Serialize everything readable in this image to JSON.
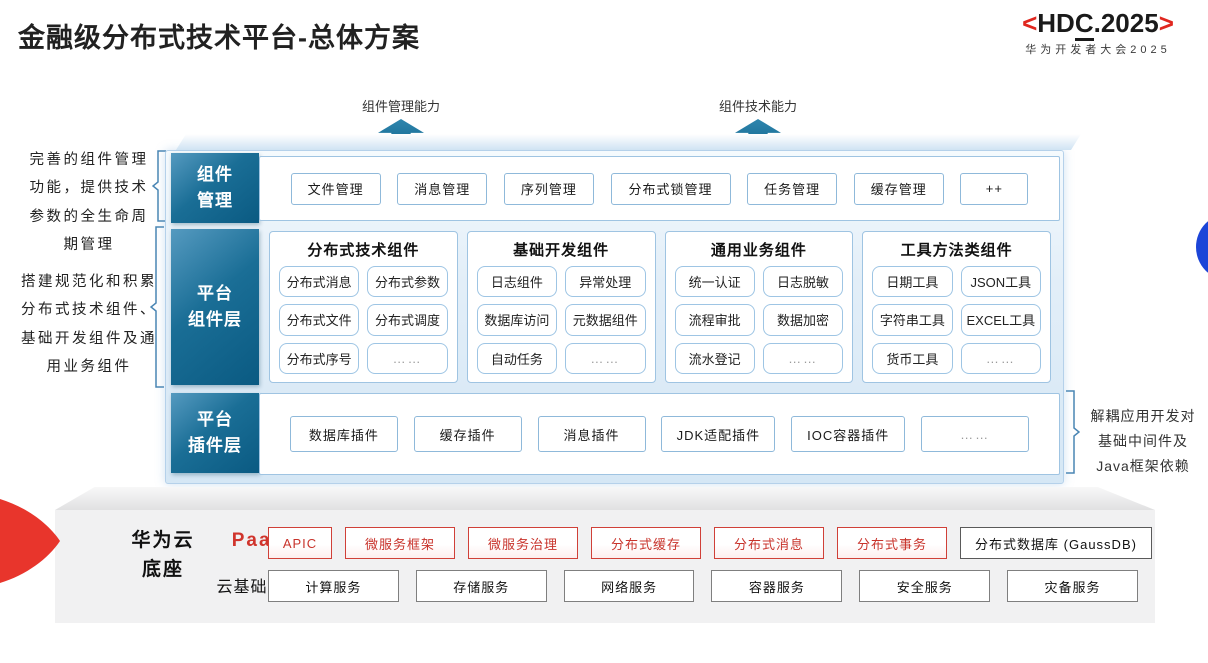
{
  "title": "金融级分布式技术平台-总体方案",
  "logo": {
    "left_bracket": "<",
    "pre": "HD",
    "underlined": "C",
    "post": ".2025",
    "right_bracket": ">",
    "subtitle": "华为开发者大会2025"
  },
  "capabilities": [
    {
      "label": "组件管理能力"
    },
    {
      "label": "组件技术能力"
    }
  ],
  "side_notes": {
    "left_top": "完善的组件管理功能，提供技术参数的全生命周期管理",
    "left_bottom": "搭建规范化和积累分布式技术组件、基础开发组件及通用业务组件",
    "right": "解耦应用开发对基础中间件及Java框架依赖"
  },
  "rows": {
    "component_mgmt": {
      "label_lines": [
        "组件",
        "管理"
      ],
      "items": [
        "文件管理",
        "消息管理",
        "序列管理",
        "分布式锁管理",
        "任务管理",
        "缓存管理",
        "++"
      ]
    },
    "platform_components": {
      "label_lines": [
        "平台",
        "组件层"
      ],
      "columns": [
        {
          "header": "分布式技术组件",
          "items": [
            "分布式消息",
            "分布式参数",
            "分布式文件",
            "分布式调度",
            "分布式序号",
            "……"
          ]
        },
        {
          "header": "基础开发组件",
          "items": [
            "日志组件",
            "异常处理",
            "数据库访问",
            "元数据组件",
            "自动任务",
            "……"
          ]
        },
        {
          "header": "通用业务组件",
          "items": [
            "统一认证",
            "日志脱敏",
            "流程审批",
            "数据加密",
            "流水登记",
            "……"
          ]
        },
        {
          "header": "工具方法类组件",
          "items": [
            "日期工具",
            "JSON工具",
            "字符串工具",
            "EXCEL工具",
            "货币工具",
            "……"
          ]
        }
      ]
    },
    "platform_plugins": {
      "label_lines": [
        "平台",
        "插件层"
      ],
      "items": [
        "数据库插件",
        "缓存插件",
        "消息插件",
        "JDK适配插件",
        "IOC容器插件",
        "……"
      ]
    }
  },
  "foundation": {
    "label_lines": [
      "华为云",
      "底座"
    ],
    "paas": {
      "label": "PaaS",
      "red_items": [
        "APIC",
        "微服务框架",
        "微服务治理",
        "分布式缓存",
        "分布式消息",
        "分布式事务"
      ],
      "dark_item": "分布式数据库 (GaussDB)"
    },
    "cloud": {
      "label": "云基础服务",
      "items": [
        "计算服务",
        "存储服务",
        "网络服务",
        "容器服务",
        "安全服务",
        "灾备服务"
      ]
    }
  },
  "colors": {
    "teal_label": "#0d6089",
    "accent_red": "#d0342c",
    "blue_circle": "#1c45d8"
  }
}
